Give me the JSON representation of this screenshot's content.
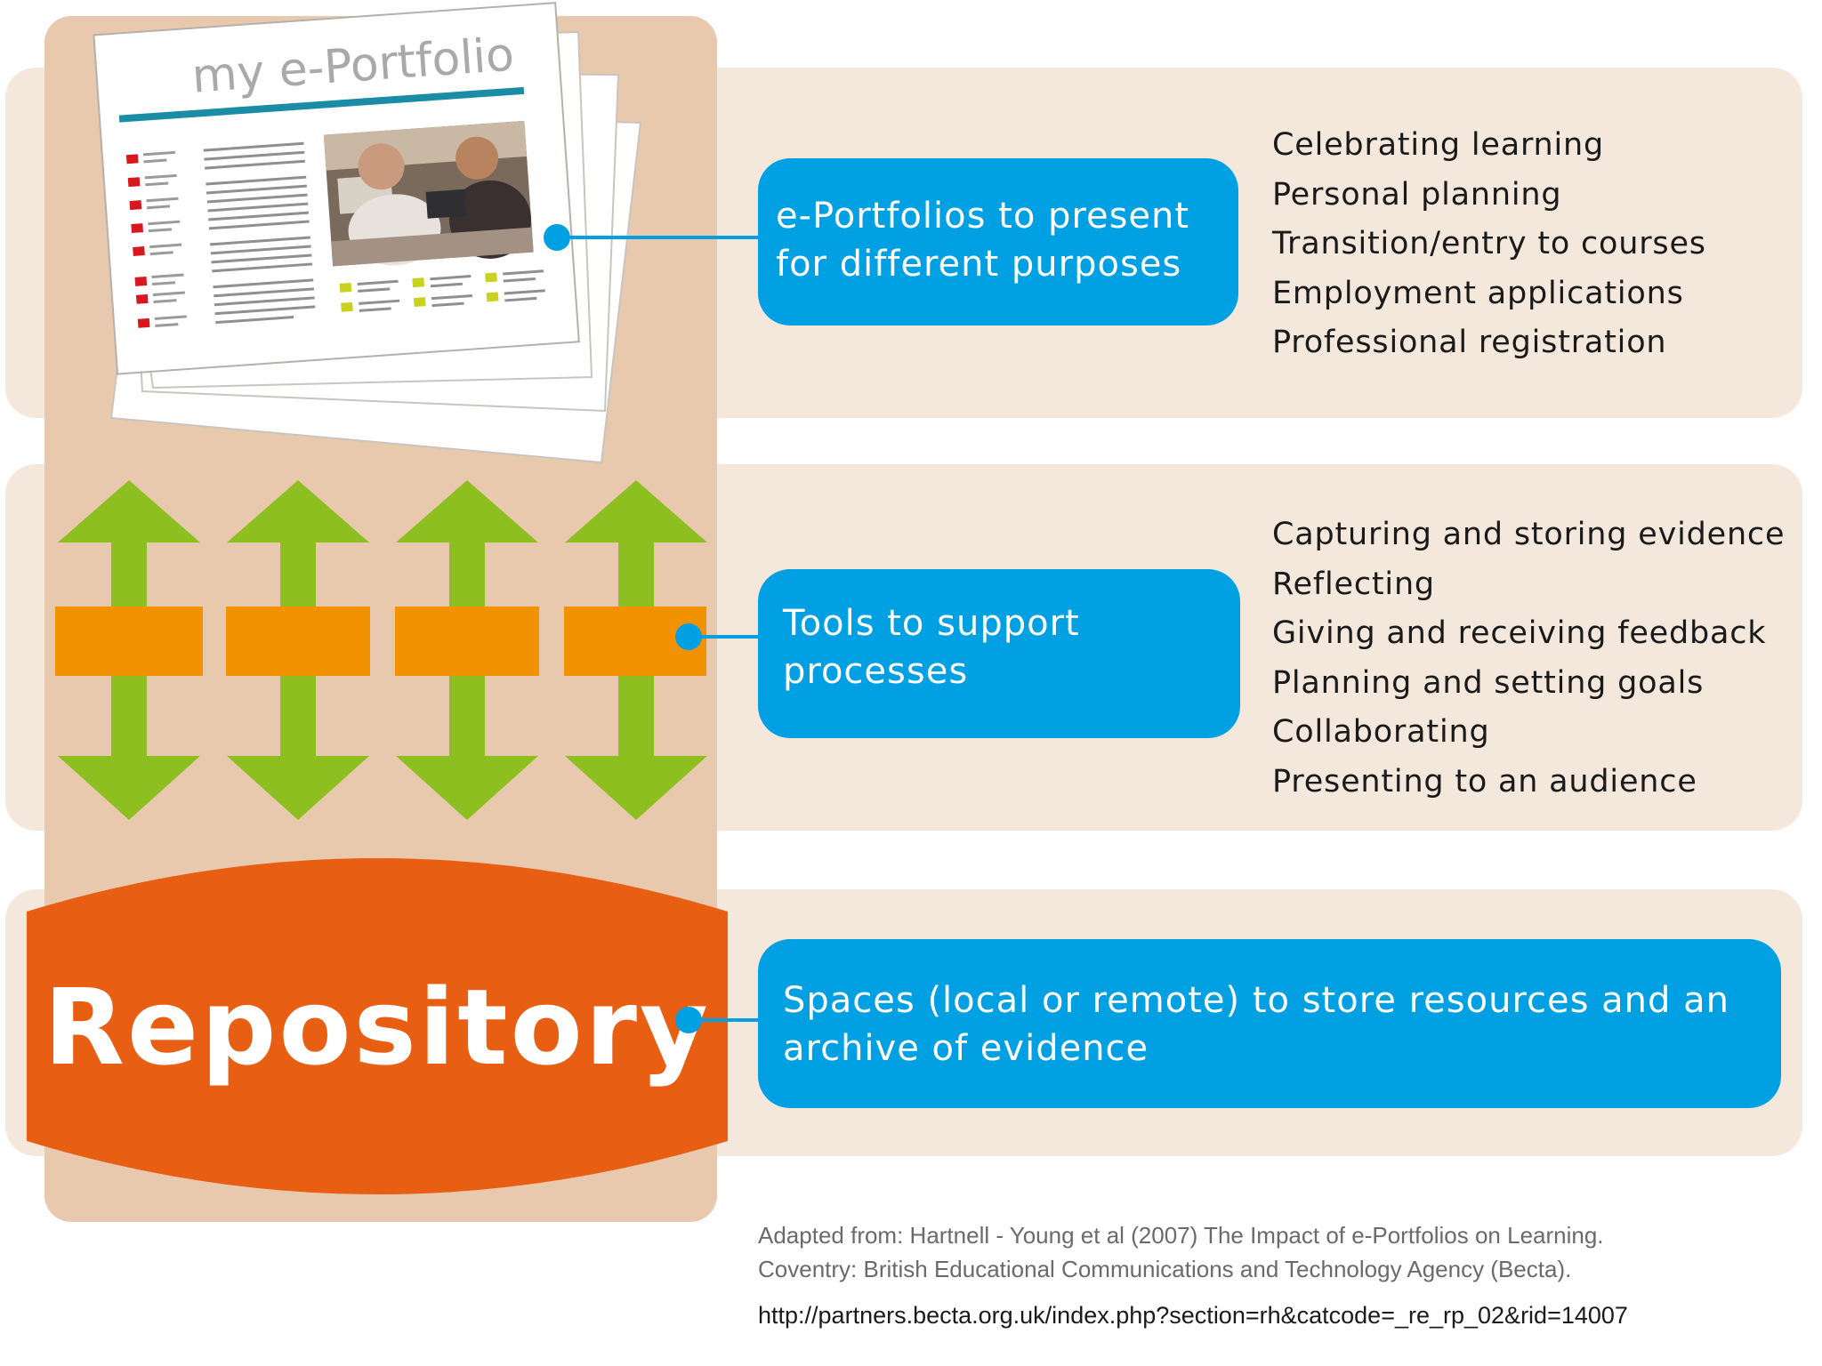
{
  "colors": {
    "band_bg": "#f4e8dd",
    "column_bg": "#e9c9ae",
    "box_blue": "#00a0e2",
    "arrow_green": "#8cbf1f",
    "bar_orange": "#f39200",
    "repository_orange": "#e85e12",
    "doc_rule_teal": "#1a8ca6"
  },
  "portfolio_doc": {
    "title": "my e-Portfolio"
  },
  "rows": [
    {
      "box_lines": [
        "e-Portfolios to present",
        "for different purposes"
      ],
      "items": [
        "Celebrating learning",
        "Personal planning",
        "Transition/entry to courses",
        "Employment applications",
        "Professional registration"
      ]
    },
    {
      "box_lines": [
        "Tools to support",
        "processes"
      ],
      "items": [
        "Capturing and storing evidence",
        "Reflecting",
        "Giving and receiving feedback",
        "Planning and setting goals",
        "Collaborating",
        "Presenting to an audience"
      ]
    },
    {
      "box_lines": [
        "Spaces (local or remote) to store resources and an",
        "archive of evidence"
      ],
      "items": []
    }
  ],
  "repository": {
    "label": "Repository"
  },
  "citation": {
    "lines": [
      "Adapted from:  Hartnell - Young et al (2007) The Impact of e-Portfolios on Learning.",
      "Coventry: British Educational Communications and Technology Agency (Becta)."
    ],
    "url": "http://partners.becta.org.uk/index.php?section=rh&catcode=_re_rp_02&rid=14007"
  }
}
